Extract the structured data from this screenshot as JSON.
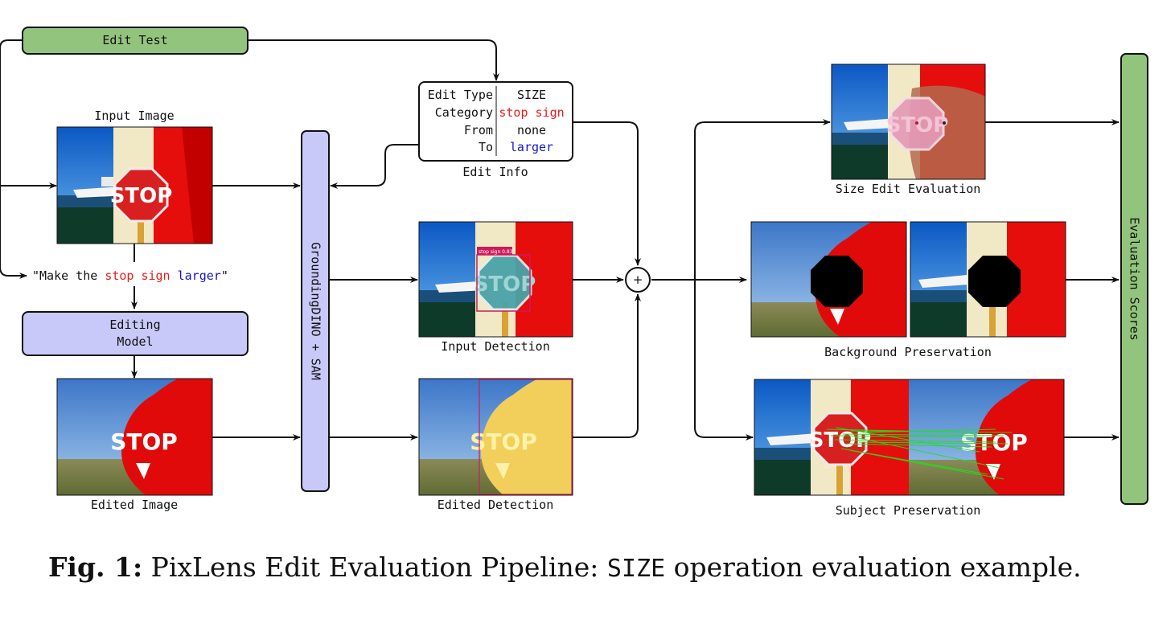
{
  "colors": {
    "green_box": "#93c47d",
    "purple_box": "#c9c9f9",
    "red_text": "#e31b1b",
    "blue_text": "#1515c8"
  },
  "nodes": {
    "edit_test": "Edit Test",
    "input_image": "Input Image",
    "prompt_prefix": "\"Make the ",
    "prompt_red": "stop sign",
    "prompt_space": " ",
    "prompt_blue": "larger",
    "prompt_suffix": "\"",
    "editing_model_line1": "Editing",
    "editing_model_line2": "Model",
    "edited_image": "Edited Image",
    "grounding": "GroundingDINO + SAM",
    "edit_info": "Edit Info",
    "input_detection": "Input Detection",
    "edited_detection": "Edited Detection",
    "combine": "+",
    "size_edit_evaluation": "Size Edit Evaluation",
    "background_preservation": "Background Preservation",
    "subject_preservation": "Subject Preservation",
    "evaluation_scores": "Evaluation Scores"
  },
  "edit_info_table": [
    {
      "key": "Edit Type",
      "value": "SIZE",
      "color": "default"
    },
    {
      "key": "Category",
      "value": "stop sign",
      "color": "red"
    },
    {
      "key": "From",
      "value": "none",
      "color": "default"
    },
    {
      "key": "To",
      "value": "larger",
      "color": "blue"
    }
  ],
  "image_text": {
    "stop": "STOP",
    "detection_tag": "stop sign 0.83"
  },
  "caption": {
    "fig": "Fig. 1:",
    "before": " PixLens Edit Evaluation Pipeline: ",
    "code": "SIZE",
    "after": " operation evaluation example."
  }
}
